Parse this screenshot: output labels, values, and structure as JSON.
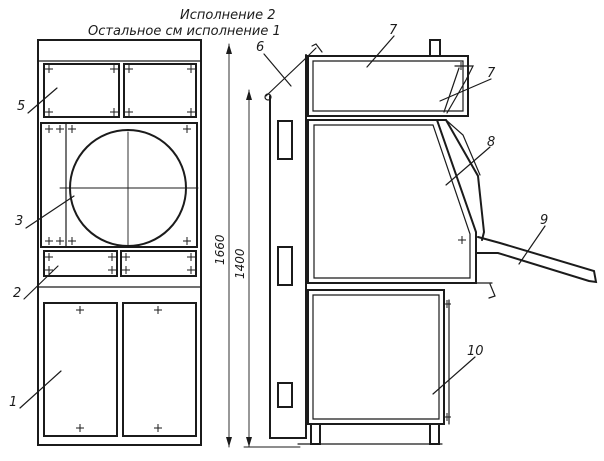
{
  "header": {
    "line1": "Исполнение 2",
    "line2": "Остальное см  исполнение 1"
  },
  "dimensions": {
    "overall_height": "1660",
    "body_height": "1400"
  },
  "callouts": {
    "c1": "1",
    "c2": "2",
    "c3": "3",
    "c5": "5",
    "c6": "6",
    "c7a": "7",
    "c7b": "7",
    "c8": "8",
    "c9": "9",
    "c10": "10"
  }
}
